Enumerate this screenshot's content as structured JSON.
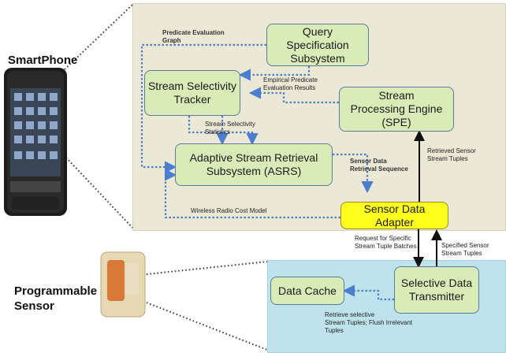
{
  "titles": {
    "smartphone": "SmartPhone",
    "sensor": "Programmable\nSensor"
  },
  "boxes": {
    "query_spec": "Query\nSpecification\nSubsystem",
    "tracker": "Stream Selectivity\nTracker",
    "spe": "Stream\nProcessing Engine\n(SPE)",
    "asrs": "Adaptive Stream Retrieval\nSubsystem (ASRS)",
    "adapter": "Sensor Data\nAdapter",
    "transmitter": "Selective Data\nTransmitter",
    "cache": "Data Cache"
  },
  "labels": {
    "predicate_graph": "Predicate Evaluation\nGraph",
    "empirical": "Empirical Predicate\nEvaluation Results",
    "selectivity_stats": "Stream Selectivity\nStatistics",
    "retrieval_seq": "Sensor Data\nRetrieval Sequence",
    "retrieved_tuples": "Retrieved Sensor\nStream Tuples",
    "radio_cost": "Wireless Radio Cost Model",
    "request_batches": "Request for Specific\nStream Tuple Batches",
    "specified_tuples": "Specified Sensor\nStream Tuples",
    "retrieve_selective": "Retrieve selective\nStream Tuples; Flush Irrelevant\nTuples"
  },
  "colors": {
    "top_panel": "#ece8d6",
    "bottom_panel": "#bfe3ec",
    "box_fill": "#d9ecb8",
    "adapter_fill": "#ffff1e",
    "dotted_arrow": "#4a7fd0"
  }
}
